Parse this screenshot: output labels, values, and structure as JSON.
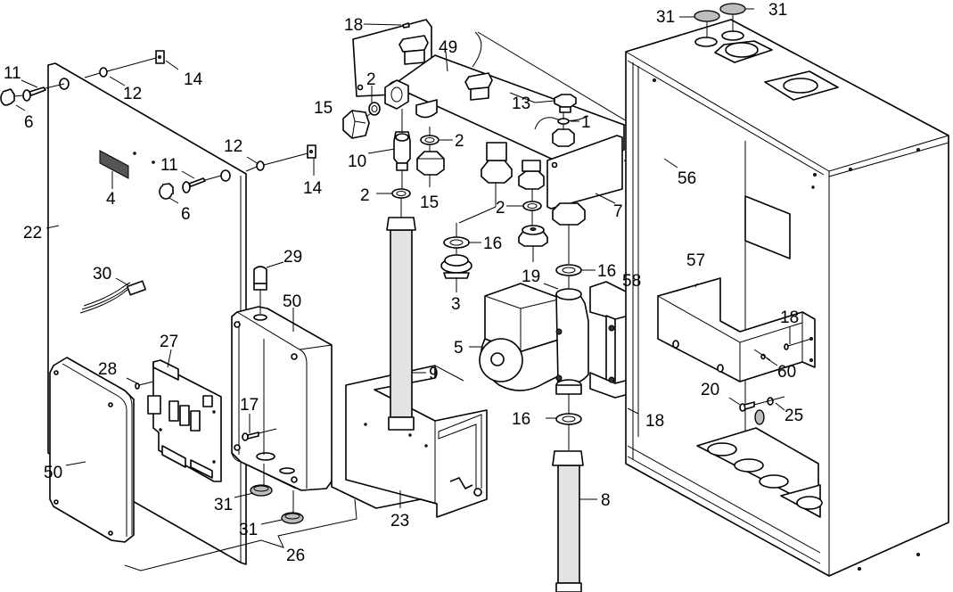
{
  "diagram": {
    "type": "exploded-parts-diagram",
    "subject": "Hydraulic module / pump station assembly",
    "callouts": [
      {
        "id": "c11a",
        "label": "11",
        "part": "screw"
      },
      {
        "id": "c6a",
        "label": "6",
        "part": "cap"
      },
      {
        "id": "c12a",
        "label": "12",
        "part": "washer"
      },
      {
        "id": "c14a",
        "label": "14",
        "part": "clip nut"
      },
      {
        "id": "c12b",
        "label": "12",
        "part": "washer"
      },
      {
        "id": "c14b",
        "label": "14",
        "part": "clip nut"
      },
      {
        "id": "c11b",
        "label": "11",
        "part": "screw"
      },
      {
        "id": "c6b",
        "label": "6",
        "part": "cap"
      },
      {
        "id": "c4",
        "label": "4",
        "part": "nameplate"
      },
      {
        "id": "c22",
        "label": "22",
        "part": "front panel"
      },
      {
        "id": "c30",
        "label": "30",
        "part": "cable connector"
      },
      {
        "id": "c29",
        "label": "29",
        "part": "cable gland"
      },
      {
        "id": "c50a",
        "label": "50",
        "part": "electrical box"
      },
      {
        "id": "c27",
        "label": "27",
        "part": "circuit board"
      },
      {
        "id": "c28",
        "label": "28",
        "part": "screw"
      },
      {
        "id": "c50b",
        "label": "50",
        "part": "box cover"
      },
      {
        "id": "c17",
        "label": "17",
        "part": "screw"
      },
      {
        "id": "c31a",
        "label": "31",
        "part": "grommet"
      },
      {
        "id": "c31b",
        "label": "31",
        "part": "grommet"
      },
      {
        "id": "c26",
        "label": "26",
        "part": "electrical assembly"
      },
      {
        "id": "c23",
        "label": "23",
        "part": "insulation shell"
      },
      {
        "id": "c18a",
        "label": "18",
        "part": "screw"
      },
      {
        "id": "c49",
        "label": "49",
        "part": "manifold"
      },
      {
        "id": "c2a",
        "label": "2",
        "part": "seal"
      },
      {
        "id": "c15a",
        "label": "15",
        "part": "cap nut"
      },
      {
        "id": "c10",
        "label": "10",
        "part": "valve"
      },
      {
        "id": "c2b",
        "label": "2",
        "part": "seal"
      },
      {
        "id": "c15b",
        "label": "15",
        "part": "cap nut"
      },
      {
        "id": "c2c",
        "label": "2",
        "part": "seal"
      },
      {
        "id": "c13",
        "label": "13",
        "part": "plug"
      },
      {
        "id": "c1",
        "label": "1",
        "part": "seal"
      },
      {
        "id": "c2d",
        "label": "2",
        "part": "seal"
      },
      {
        "id": "c7",
        "label": "7",
        "part": "bracket plate"
      },
      {
        "id": "c56",
        "label": "56",
        "part": "insulation"
      },
      {
        "id": "c16a",
        "label": "16",
        "part": "seal"
      },
      {
        "id": "c19",
        "label": "19",
        "part": "nipple"
      },
      {
        "id": "c3",
        "label": "3",
        "part": "fitting"
      },
      {
        "id": "c16b",
        "label": "16",
        "part": "seal"
      },
      {
        "id": "c58",
        "label": "58",
        "part": "pump bracket"
      },
      {
        "id": "c5",
        "label": "5",
        "part": "circulation pump"
      },
      {
        "id": "c9",
        "label": "9",
        "part": "flexible pipe"
      },
      {
        "id": "c16c",
        "label": "16",
        "part": "seal"
      },
      {
        "id": "c18b",
        "label": "18",
        "part": "screw"
      },
      {
        "id": "c8",
        "label": "8",
        "part": "flexible pipe"
      },
      {
        "id": "c31c",
        "label": "31",
        "part": "grommet"
      },
      {
        "id": "c31d",
        "label": "31",
        "part": "grommet"
      },
      {
        "id": "c57",
        "label": "57",
        "part": "support bracket"
      },
      {
        "id": "c18c",
        "label": "18",
        "part": "screw"
      },
      {
        "id": "c60",
        "label": "60",
        "part": "screw"
      },
      {
        "id": "c20",
        "label": "20",
        "part": "bolt"
      },
      {
        "id": "c25",
        "label": "25",
        "part": "washer"
      }
    ]
  }
}
